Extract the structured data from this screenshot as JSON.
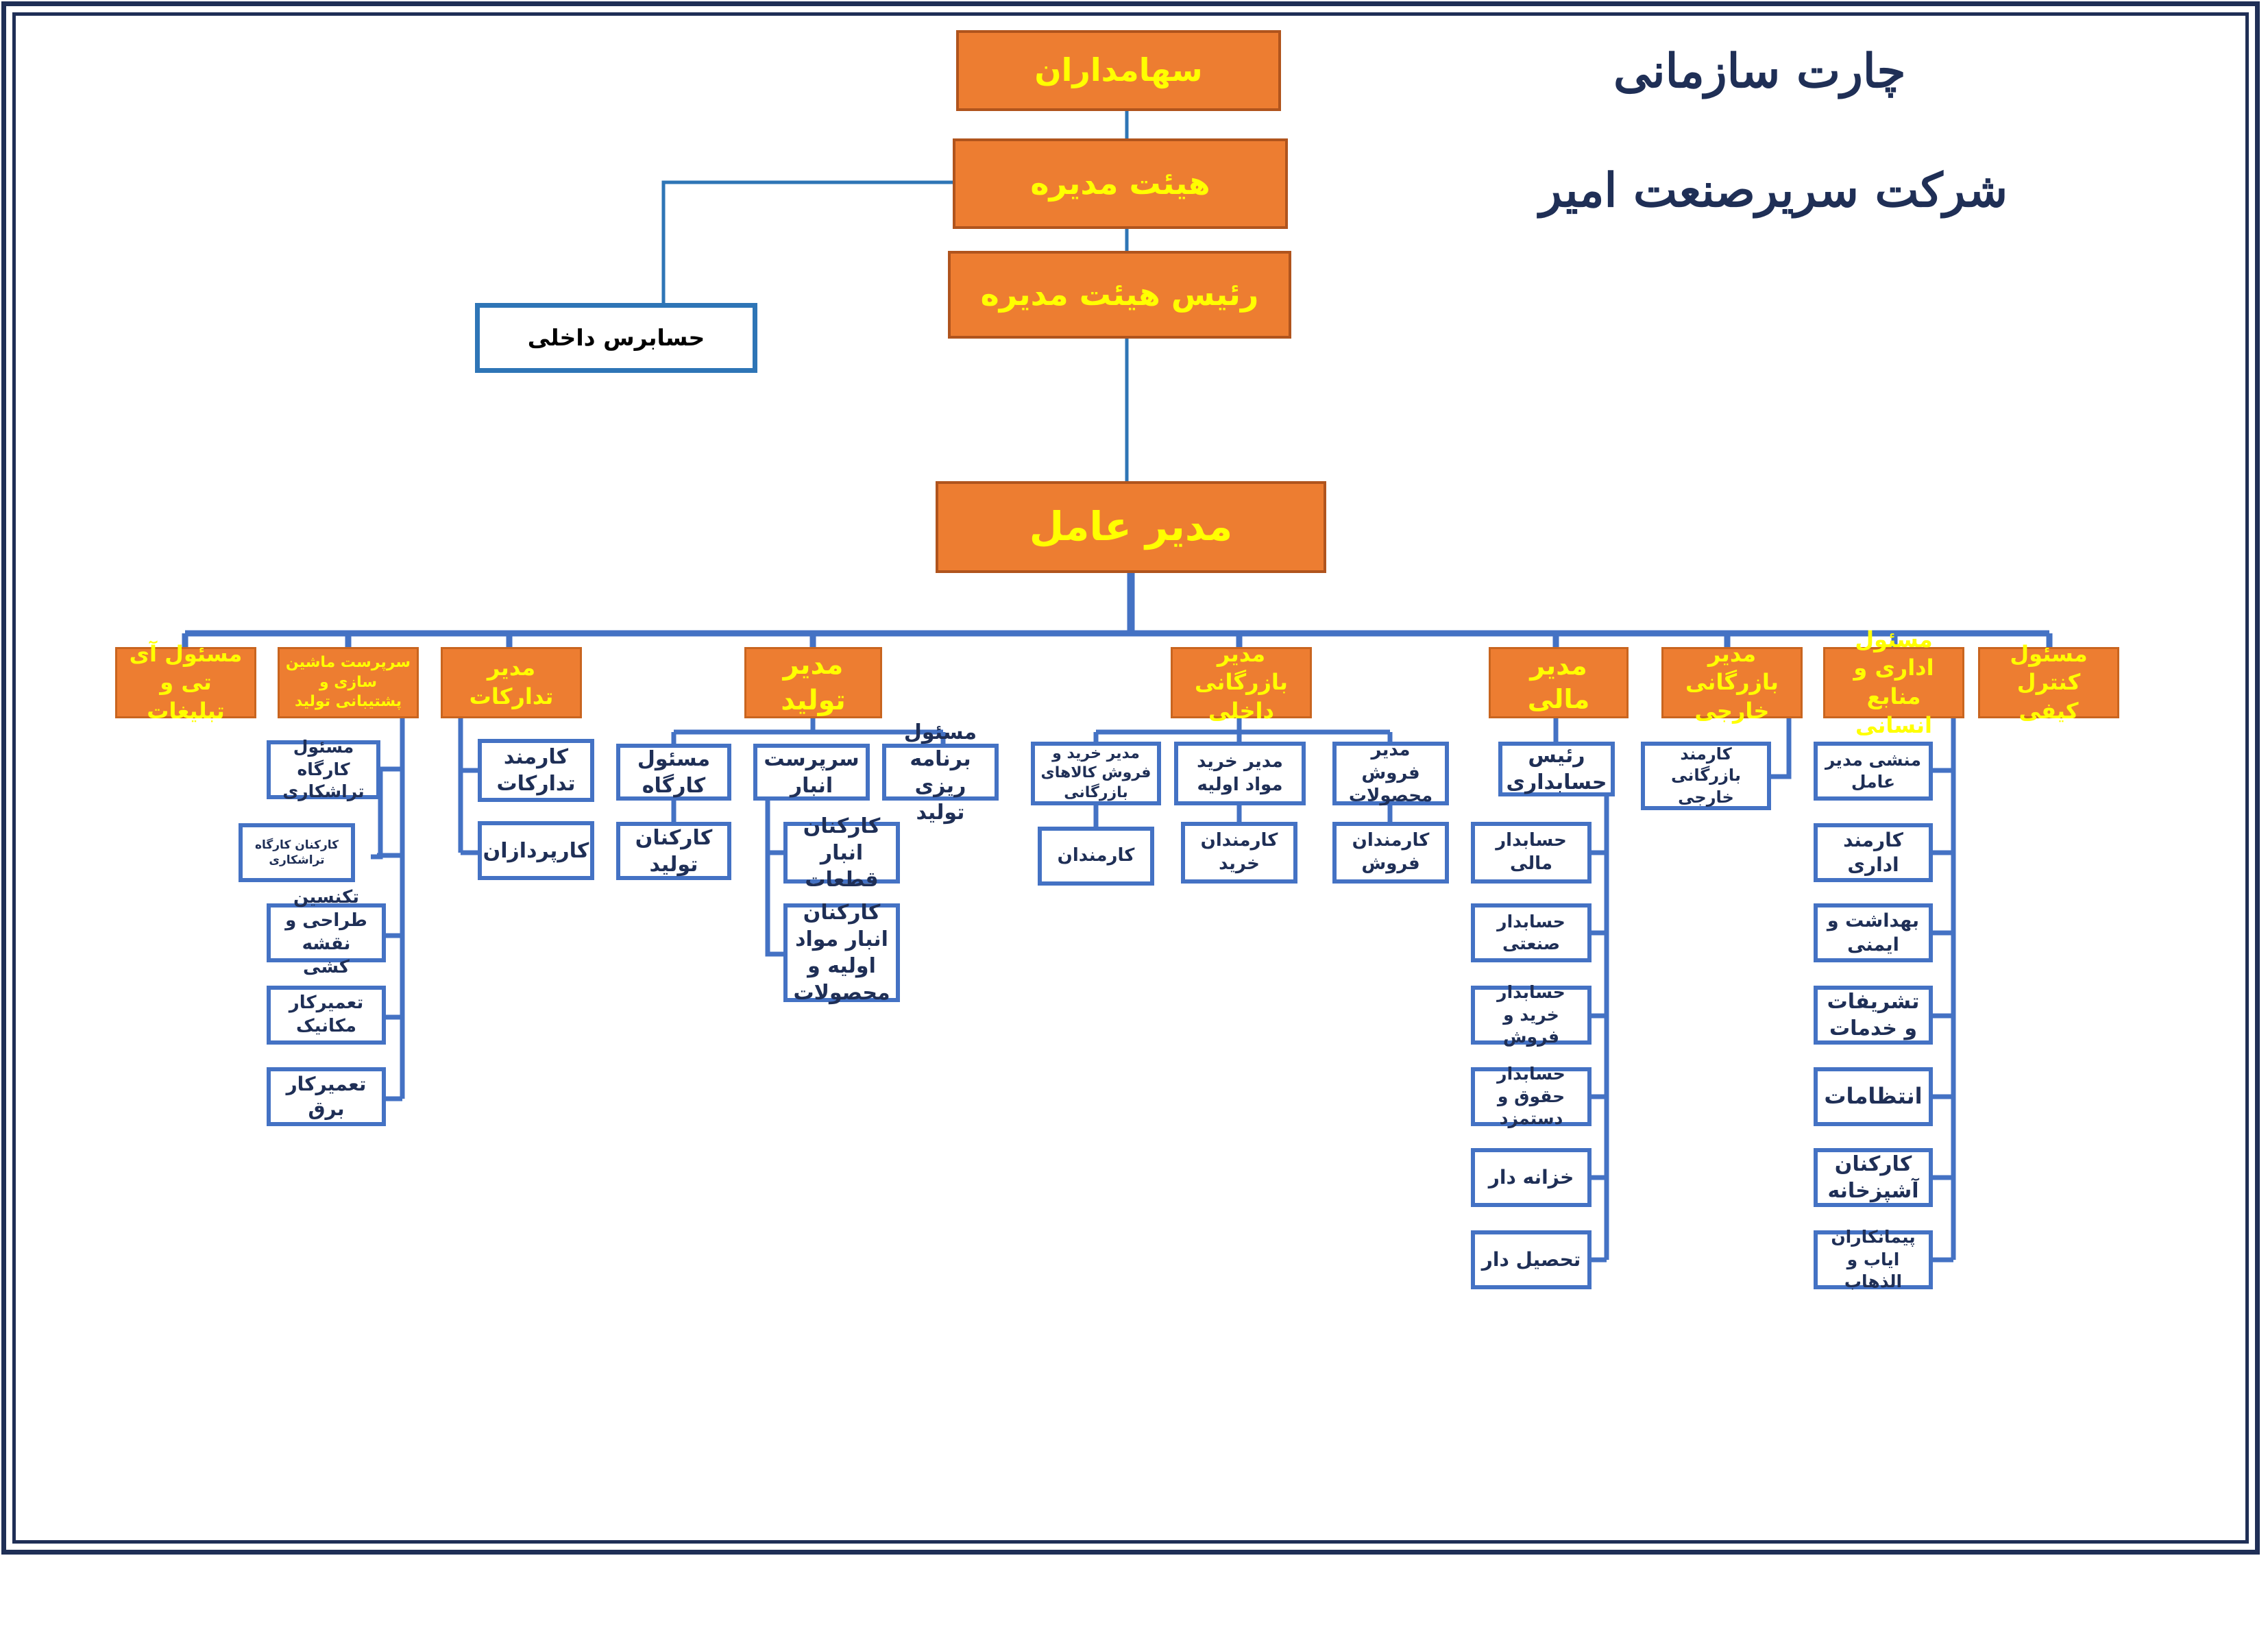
{
  "header": {
    "title": "چارت سازمانی",
    "company": "شرکت سریرصنعت امیر"
  },
  "top": {
    "shareholders": "سهامداران",
    "board": "هیئت مدیره",
    "chairman": "رئیس هیئت مدیره",
    "auditor": "حسابرس داخلی",
    "ceo": "مدیر عامل"
  },
  "departments": {
    "it": "مسئول آی تی و تبلیغات",
    "machine": "سرپرست ماشین سازی و پشتیبانی تولید",
    "procurement": "مدیر تدارکات",
    "production": "مدیر تولید",
    "commerce": "مدیر بازرگانی داخلی",
    "finance": "مدیر مالی",
    "foreign": "مدیر بازرگانی خارجی",
    "admin": "مسئول اداری و منابع انسانی",
    "qc": "مسئول کنترل کیفی"
  },
  "machine_staff": [
    "مسئول کارگاه تراشکاری",
    "کارکنان کارگاه تراشکاری",
    "تکنسین طراحی و نقشه کشی",
    "تعمیرکار مکانیک",
    "تعمیرکار برق"
  ],
  "procurement_staff": [
    "کارمند تدارکات",
    "کارپردازان"
  ],
  "production_staff": {
    "workshop": "مسئول کارگاه",
    "workshop_workers": "کارکنان تولید",
    "warehouse": "سرپرست انبار",
    "warehouse_parts": "کارکنان انبار قطعات",
    "warehouse_materials": "کارکنان انبار مواد اولیه و محصولات",
    "planning": "مسئول برنامه ریزی تولید"
  },
  "commerce_staff": {
    "trade_mgr": "مدیر خرید و فروش کالاهای بازرگانی",
    "trade_staff": "کارمندان",
    "purchase_mgr": "مدیر خرید مواد اولیه",
    "purchase_staff": "کارمندان خرید",
    "sales_mgr": "مدیر فروش محصولات",
    "sales_staff": "کارمندان فروش"
  },
  "finance_staff": {
    "chief": "رئیس حسابداری",
    "items": [
      "حسابدار مالی",
      "حسابدار صنعتی",
      "حسابدار خرید و فروش",
      "حسابدار حقوق و دستمزد",
      "خزانه دار",
      "تحصیل دار"
    ]
  },
  "foreign_staff": [
    "کارمند بازرگانی خارجی"
  ],
  "admin_staff": [
    "منشی مدیر عامل",
    "کارمند اداری",
    "بهداشت و ایمنی",
    "تشریفات و خدمات",
    "انتظامات",
    "کارکنان آشپزخانه",
    "پیمانکاران ایاب و الذهاب"
  ],
  "colors": {
    "accent_fill": "#ed7d31",
    "accent_text": "#ffff00",
    "line": "#4472c4",
    "frame": "#1f2f56"
  }
}
